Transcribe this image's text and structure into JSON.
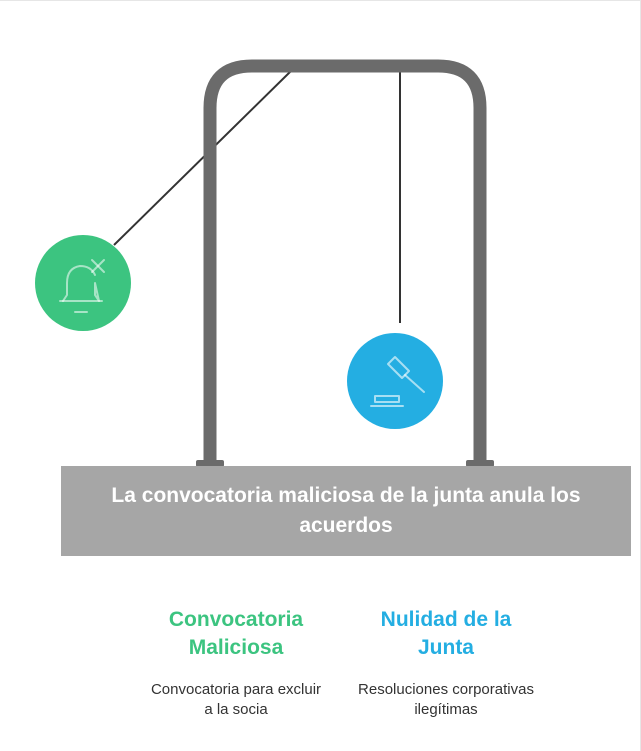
{
  "colors": {
    "frame": "#6b6b6b",
    "base": "#a6a6a6",
    "left_accent": "#3cc480",
    "right_accent": "#24aee2",
    "string": "#333333"
  },
  "base_title": "La convocatoria maliciosa de la junta anula los acuerdos",
  "left": {
    "icon": "bell-off-icon",
    "title": "Convocatoria Maliciosa",
    "description": "Convocatoria para excluir a la socia"
  },
  "right": {
    "icon": "gavel-icon",
    "title": "Nulidad de la Junta",
    "description": "Resoluciones corporativas ilegítimas"
  }
}
